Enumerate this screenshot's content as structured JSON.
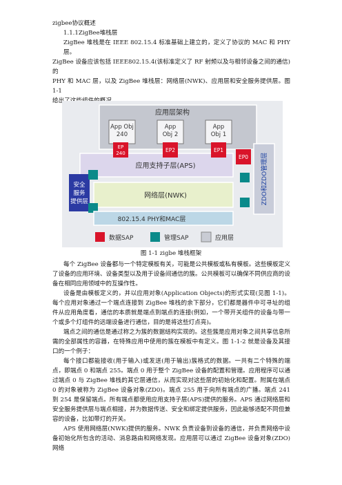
{
  "doc": {
    "title": "zigbee协议概述",
    "section": "1.1.1ZigBee堆栈层",
    "intro_lines": [
      "ZigBee 堆栈是在 IEEE 802.15.4 标准基础上建立的，定义了协议的 MAC 和 PHY 层。",
      "ZigBee 设备应该包括 IEEE802.15.4(该标准定义了 RF 射频以及与相邻设备之间的通信)的",
      "PHY 和 MAC 层，以及 ZigBee 堆栈层：网络层(NWK)、应用层和安全服务提供层。图 1-1",
      "给出了这些组件的概况。"
    ],
    "figure": {
      "app_framework": "应用层架构",
      "app_obj1": [
        "App Obj",
        "240"
      ],
      "app_obj2": [
        "App",
        "Obj 2"
      ],
      "app_obj3": [
        "App",
        "Obj 1"
      ],
      "ep240": [
        "EP",
        "240"
      ],
      "ep2": "EP2",
      "ep1": "EP1",
      "ep0": "EP0",
      "aps": "应用支持子层(APS)",
      "zdo": "ZDO和ZDO管理层",
      "security": [
        "安全",
        "服务",
        "提供层"
      ],
      "nwk": "网络层(NWK)",
      "phymac": "802.15.4 PHY和MAC层",
      "legend_data": "数据SAP",
      "legend_mgmt": "管理SAP",
      "legend_app": "应用层",
      "colors": {
        "data_sap": "#d9142a",
        "mgmt_sap": "#0a8a8a",
        "app_layer": "#c9ccd4"
      }
    },
    "caption": "图 1-1 zigbe 堆栈框架",
    "paragraphs": [
      "每个 ZigBee 设备都与一个特定模板有关，可能是公共模板或私有模板。这些模板定义了设备的应用环境、设备类型以及用于设备间通信的簇。公共模板可以确保不同供应商的设备在相同应用领域中的互操作性。",
      "设备是由模板定义的，并以应用对象(Application Objects)的形式实现(见图 1-1)。每个应用对象通过一个端点连接到 ZigBee 堆栈的余下部分，它们都是器件中可寻址的组件从应用角度看，通信的本质就是端点到端点的连接(例如，一个带开关组件的设备与带一个或多个灯组件的远端设备进行通信，目的是将这些灯点亮)。",
      "端点之间的通信是通过称之为簇的数据结构实现的。这些簇是应用对象之间共享信息所需的全部属性的容器，在特殊应用中使用的簇在模板中有定义。图 1-1-2 就是设备及其接口的一个例子：",
      "每个接口都能接收(用于输入)或发送(用于输出)簇格式的数据。一共有二个特殊的端点，即端点 0 和端点 255。端点 0 用于整个 ZigBee 设备的配置和管理。应用程序可以通过端点 0 与 ZigBee 堆栈的其它层通信，从而实现对这些层的初始化和配置。附属在端点 0 的对象被称为 ZigBee 设备对象(ZD0)。端点 255 用于向所有端点的广播。端点 241 到 254 是保留端点。所有端点都使用应用支持子层(APS)提供的服务。APS 通过网络层和安全服务提供层与端点相接，并为数据传送、安全和绑定提供服务，因此能够适配不同但兼容的设备，比如带灯的开关。",
      "APS 使用网络层(NWK)提供的服务。NWK 负责设备到设备的通信，并负责网络中设备初始化所包含的活动、消息路由和网络发现。应用层可以通过 ZigBee 设备对象(ZDO)网络"
    ]
  }
}
